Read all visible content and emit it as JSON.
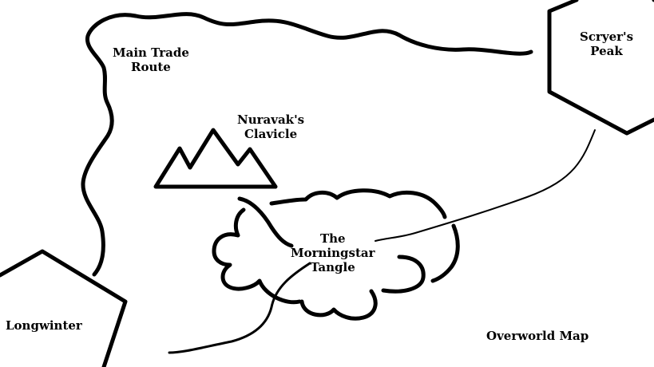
{
  "map": {
    "labels": {
      "main_trade_route": [
        "Main Trade",
        "Route"
      ],
      "scryers_peak": [
        "Scryer's",
        "Peak"
      ],
      "nuravaks_clavicle": [
        "Nuravak's",
        "Clavicle"
      ],
      "morningstar_tangle": [
        "The",
        "Morningstar",
        "Tangle"
      ],
      "longwinter": "Longwinter",
      "map_title": "Overworld Map"
    }
  }
}
